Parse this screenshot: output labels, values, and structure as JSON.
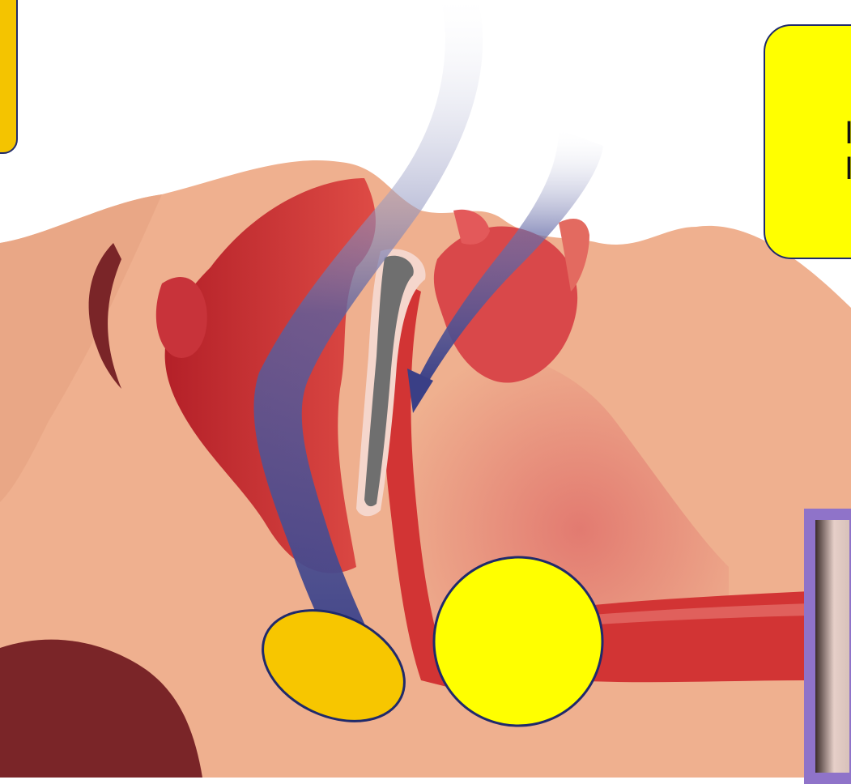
{
  "figure": {
    "subject": "obstructive-sleep-apnea-airway",
    "colors": {
      "skin": "#efb08f",
      "skin_shade": "#e39f82",
      "tissue_red": "#d23434",
      "tissue_dark": "#b42028",
      "airway_blue": "#3a3f86",
      "hair": "#7a2528",
      "bone_grey": "#6f6f6f",
      "marker_yellow": "#ffff00",
      "marker_gold": "#f7c600",
      "outline_navy": "#1f2a6b",
      "panel_purple": "#8f73c9"
    }
  },
  "callouts": {
    "left_label": "",
    "right_label": "I\nI"
  },
  "markers": {
    "ellipse_icon": "highlight-ellipse",
    "circle_icon": "highlight-circle"
  }
}
